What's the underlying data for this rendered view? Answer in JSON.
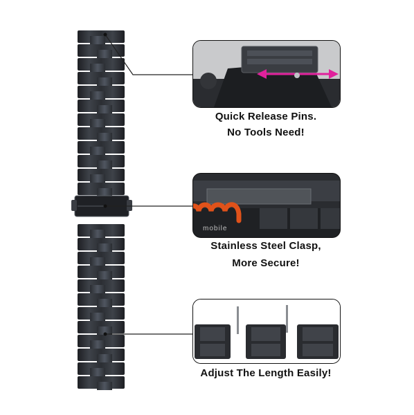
{
  "callouts": [
    {
      "line1": "Quick Release Pins.",
      "line2": "No Tools Need!"
    },
    {
      "line1": "Stainless Steel Clasp,",
      "line2": "More Secure!"
    },
    {
      "line1": "Adjust The Length Easily!",
      "line2": ""
    }
  ],
  "watermark": {
    "text": "mobile"
  },
  "colors": {
    "band": "#2b2e33",
    "band_highlight": "#4a4e55",
    "arrow": "#e0219c",
    "watermark": "#e0521a"
  },
  "icons": {
    "pin_arrow": "double-arrow-icon",
    "logo": "store-logo"
  }
}
